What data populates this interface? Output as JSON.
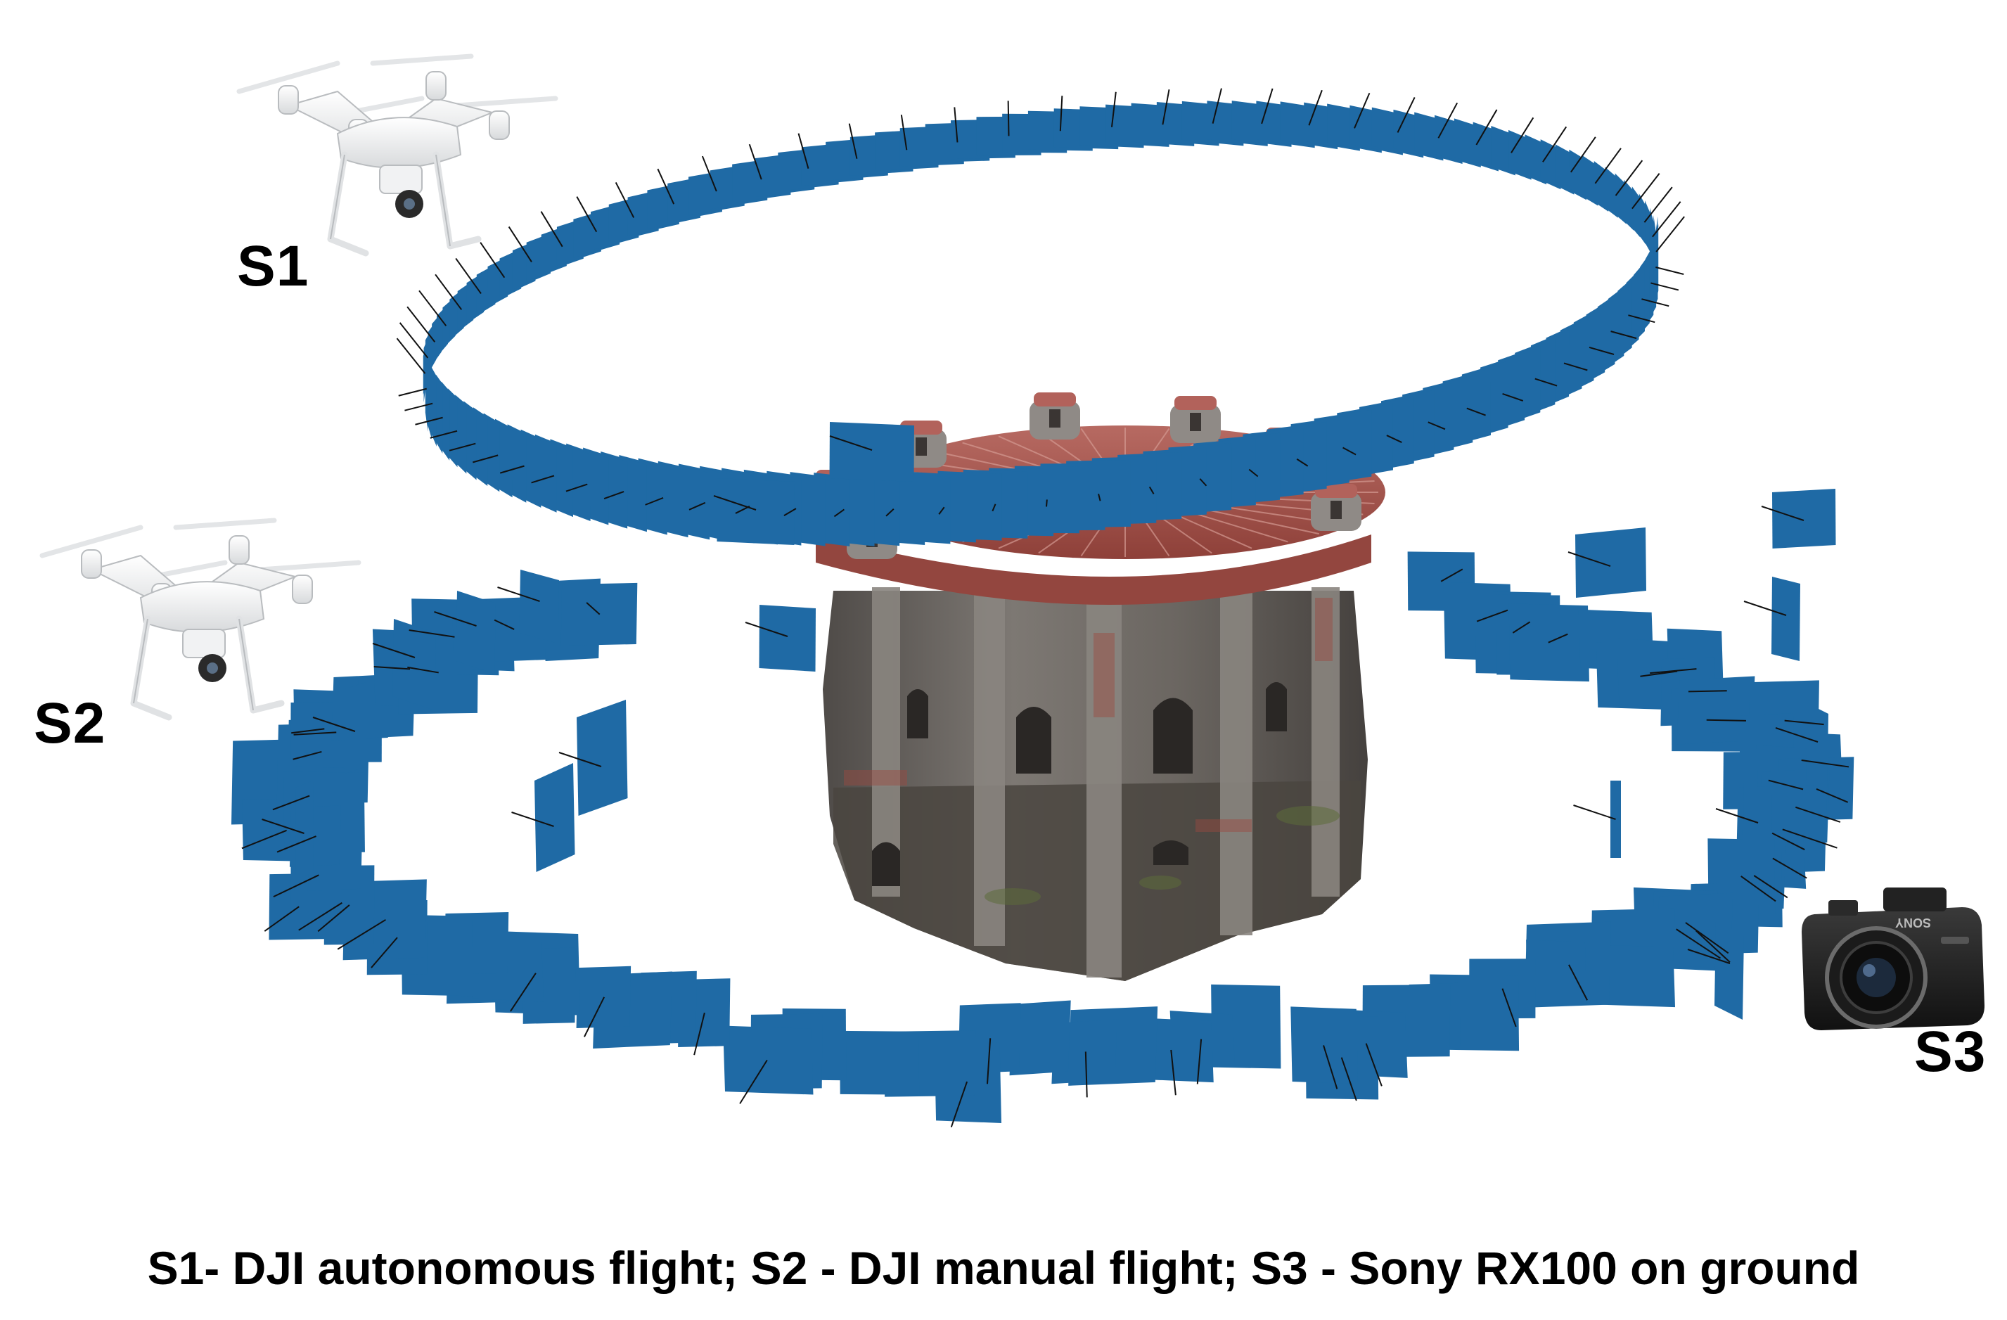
{
  "labels": {
    "s1": "S1",
    "s2": "S2",
    "s3": "S3"
  },
  "caption": "S1- DJI autonomous flight; S2 - DJI manual flight; S3 - Sony RX100 on ground",
  "icons": {
    "s1": "drone-icon",
    "s2": "drone-icon",
    "s3": "compact-camera-icon"
  },
  "colors": {
    "camera_frame": "#1f6aa5",
    "camera_ray": "#111111",
    "roof": "#a3504a",
    "walls": "#6e6a66"
  }
}
